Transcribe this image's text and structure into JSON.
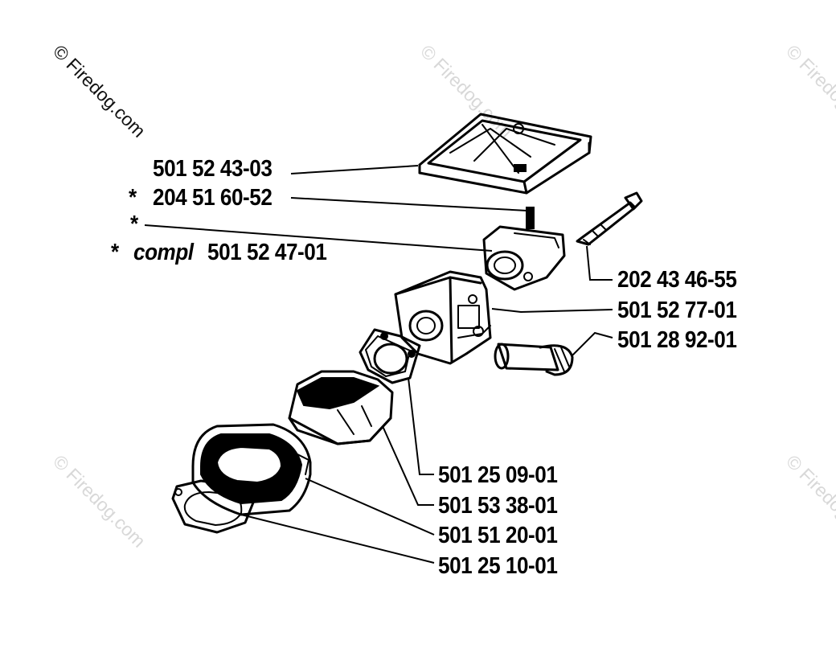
{
  "watermark": {
    "text": "© Firedog.com"
  },
  "labels": {
    "air_filter_cover": "501 52 43-03",
    "star_1": "*",
    "gasket_top": "204 51 60-52",
    "star_2": "*",
    "star_3": "*",
    "compl_prefix": "compl",
    "carb_complete": "501 52 47-01",
    "bolt": "202 43 46-55",
    "carburetor": "501 52 77-01",
    "fuel_filter": "501 28 92-01",
    "gasket_1": "501 25 09-01",
    "air_intake": "501 53 38-01",
    "intake_flange": "501 51 20-01",
    "gasket_2": "501 25 10-01"
  }
}
